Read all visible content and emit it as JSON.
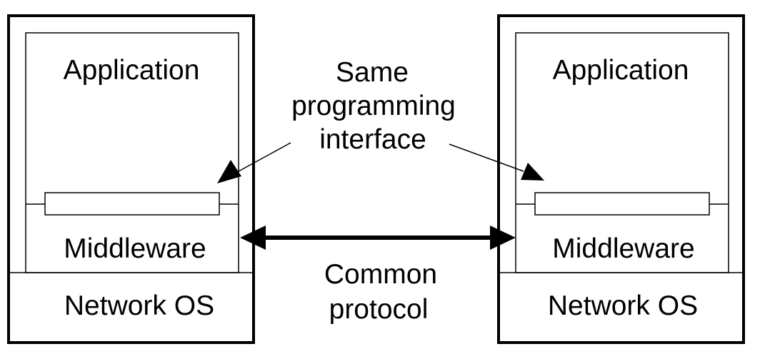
{
  "left_machine": {
    "application": "Application",
    "middleware": "Middleware",
    "network_os": "Network OS"
  },
  "right_machine": {
    "application": "Application",
    "middleware": "Middleware",
    "network_os": "Network OS"
  },
  "interface_label": [
    "Same",
    "programming",
    "interface"
  ],
  "protocol_label": [
    "Common",
    "protocol"
  ]
}
